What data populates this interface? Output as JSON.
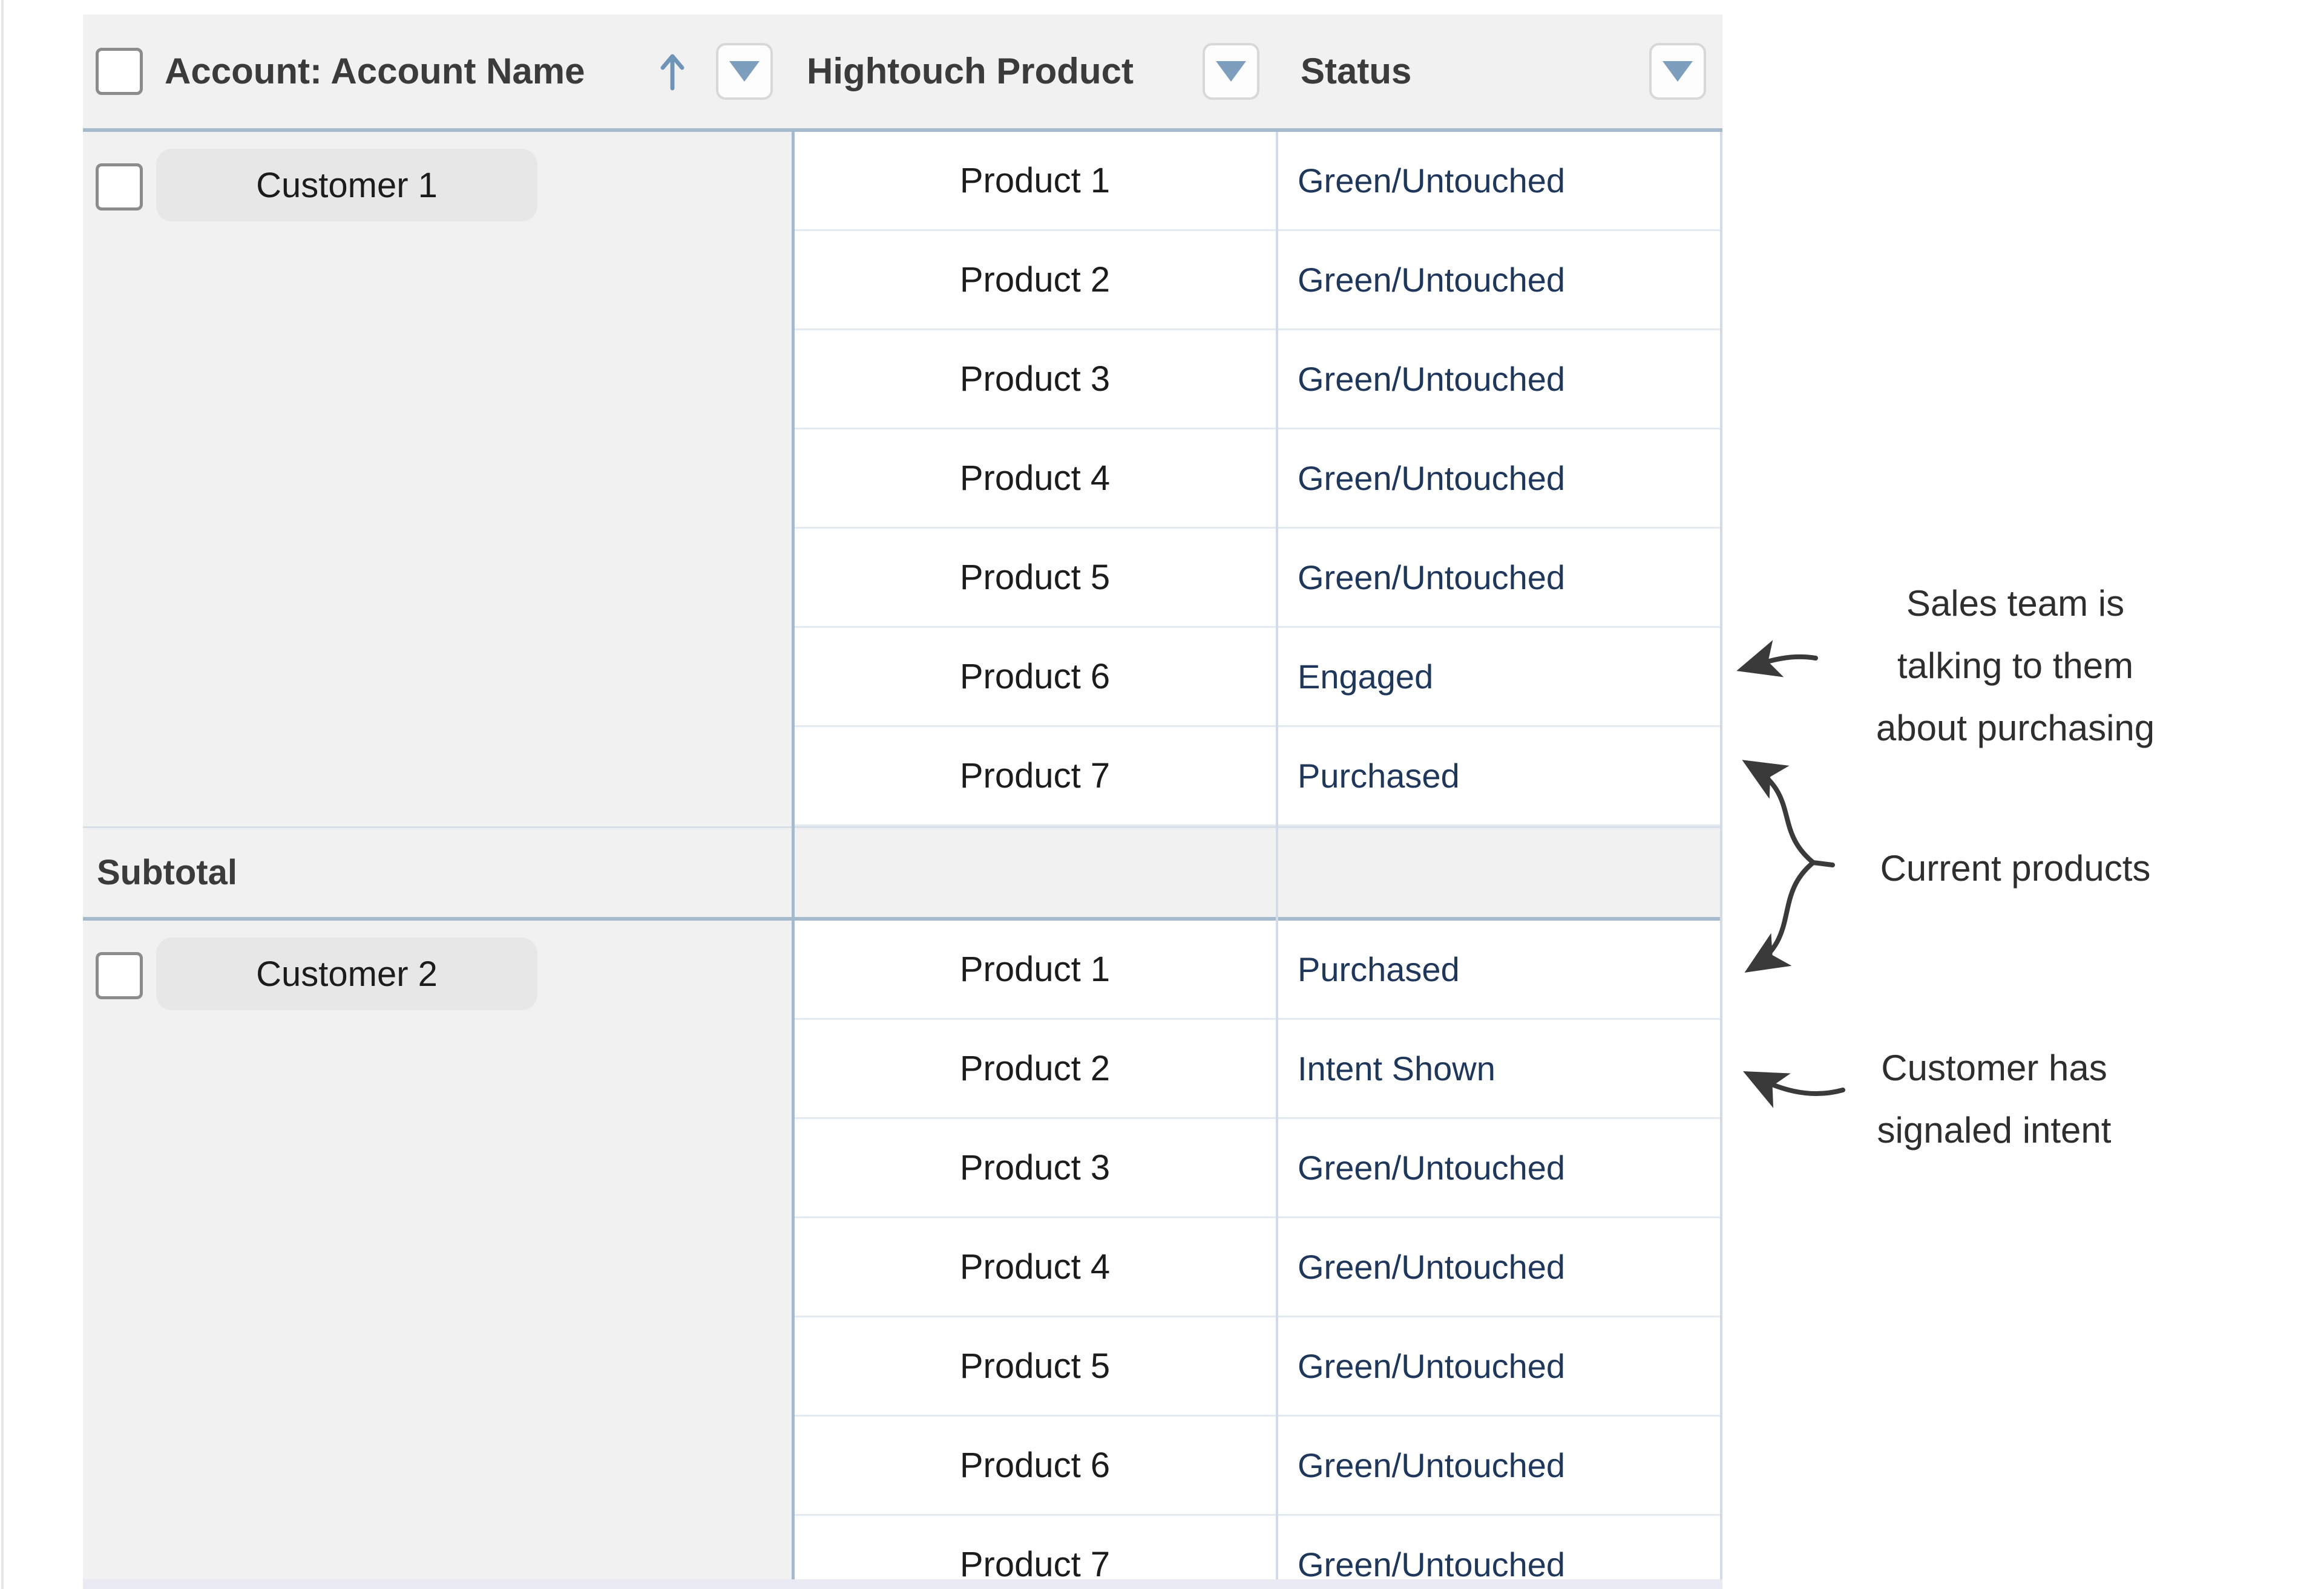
{
  "report_table": {
    "header": {
      "select_all_checked": false,
      "account_label": "Account: Account Name",
      "sort_direction": "ascending",
      "product_label": "Hightouch Product",
      "status_label": "Status"
    },
    "subtotal_label": "Subtotal",
    "groups": [
      {
        "account": "Customer 1",
        "checked": false,
        "rows": [
          {
            "product": "Product 1",
            "status": "Green/Untouched"
          },
          {
            "product": "Product 2",
            "status": "Green/Untouched"
          },
          {
            "product": "Product 3",
            "status": "Green/Untouched"
          },
          {
            "product": "Product 4",
            "status": "Green/Untouched"
          },
          {
            "product": "Product 5",
            "status": "Green/Untouched"
          },
          {
            "product": "Product 6",
            "status": "Engaged"
          },
          {
            "product": "Product 7",
            "status": "Purchased"
          }
        ]
      },
      {
        "account": "Customer 2",
        "checked": false,
        "rows": [
          {
            "product": "Product 1",
            "status": "Purchased"
          },
          {
            "product": "Product 2",
            "status": "Intent Shown"
          },
          {
            "product": "Product 3",
            "status": "Green/Untouched"
          },
          {
            "product": "Product 4",
            "status": "Green/Untouched"
          },
          {
            "product": "Product 5",
            "status": "Green/Untouched"
          },
          {
            "product": "Product 6",
            "status": "Green/Untouched"
          },
          {
            "product": "Product 7",
            "status": "Green/Untouched"
          }
        ]
      }
    ]
  },
  "annotations": {
    "sales": {
      "lines": [
        "Sales team is",
        "talking to them",
        "about purchasing"
      ]
    },
    "current": {
      "label": "Current products"
    },
    "intent": {
      "lines": [
        "Customer has",
        "signaled intent"
      ]
    }
  },
  "colors": {
    "group_background": "#f1f1f1",
    "pill_background": "#e7e7e7",
    "status_text": "#20375c",
    "column_separator_strong": "#a6bace",
    "column_separator_light": "#d2dbe7",
    "row_border": "#e4eaf2",
    "dropdown_triangle": "#7d9ebd",
    "annotation_ink": "#2e2e2e",
    "scrollbar_strip": "#e9eaf4"
  }
}
